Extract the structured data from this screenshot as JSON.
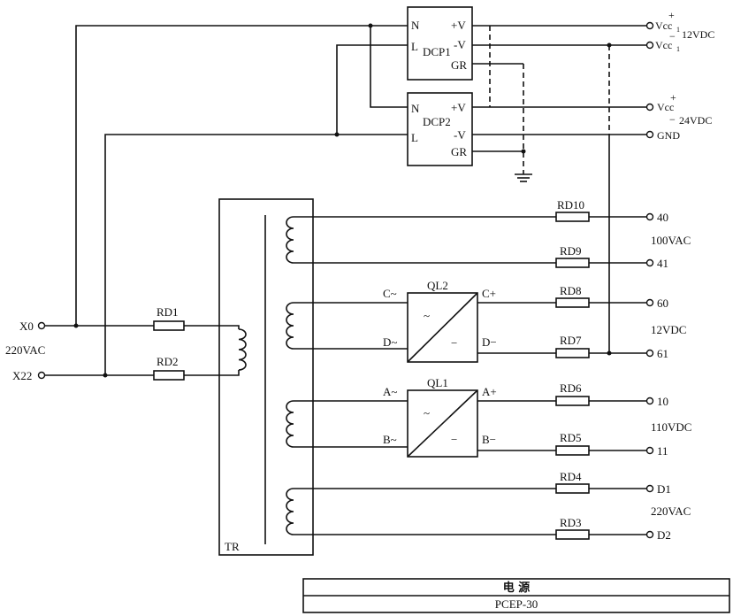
{
  "modules": {
    "dcp1": {
      "name": "DCP1",
      "pin_n": "N",
      "pin_l": "L",
      "pin_pv": "+V",
      "pin_nv": "-V",
      "pin_gr": "GR"
    },
    "dcp2": {
      "name": "DCP2",
      "pin_n": "N",
      "pin_l": "L",
      "pin_pv": "+V",
      "pin_nv": "-V",
      "pin_gr": "GR"
    }
  },
  "outputs_top": {
    "vcc1_plus": "Vcc",
    "vcc1_plus_sub": "1",
    "vcc1_minus": "Vcc",
    "vcc1_minus_sub": "1",
    "sign_plus": "+",
    "sign_minus": "−",
    "v12": "12VDC",
    "vcc2": "Vcc",
    "v24": "24VDC",
    "gnd": "GND"
  },
  "input": {
    "x0": "X0",
    "x22": "X22",
    "v220": "220VAC"
  },
  "fuses": {
    "rd1": "RD1",
    "rd2": "RD2",
    "rd3": "RD3",
    "rd4": "RD4",
    "rd5": "RD5",
    "rd6": "RD6",
    "rd7": "RD7",
    "rd8": "RD8",
    "rd9": "RD9",
    "rd10": "RD10"
  },
  "transformer": {
    "label": "TR"
  },
  "rectifiers": {
    "ql2": {
      "name": "QL2",
      "in_a": "C~",
      "in_b": "D~",
      "out_p": "C+",
      "out_n": "D−",
      "ac": "~",
      "dc": "−"
    },
    "ql1": {
      "name": "QL1",
      "in_a": "A~",
      "in_b": "B~",
      "out_p": "A+",
      "out_n": "B−",
      "ac": "~",
      "dc": "−"
    }
  },
  "terminals": {
    "t40": "40",
    "t41": "41",
    "t60": "60",
    "t61": "61",
    "t10": "10",
    "t11": "11",
    "td1": "D1",
    "td2": "D2"
  },
  "voltages": {
    "v100ac": "100VAC",
    "v12dc": "12VDC",
    "v110dc": "110VDC",
    "v220ac": "220VAC"
  },
  "title_block": {
    "title": "电    源",
    "model": "PCEP-30"
  }
}
